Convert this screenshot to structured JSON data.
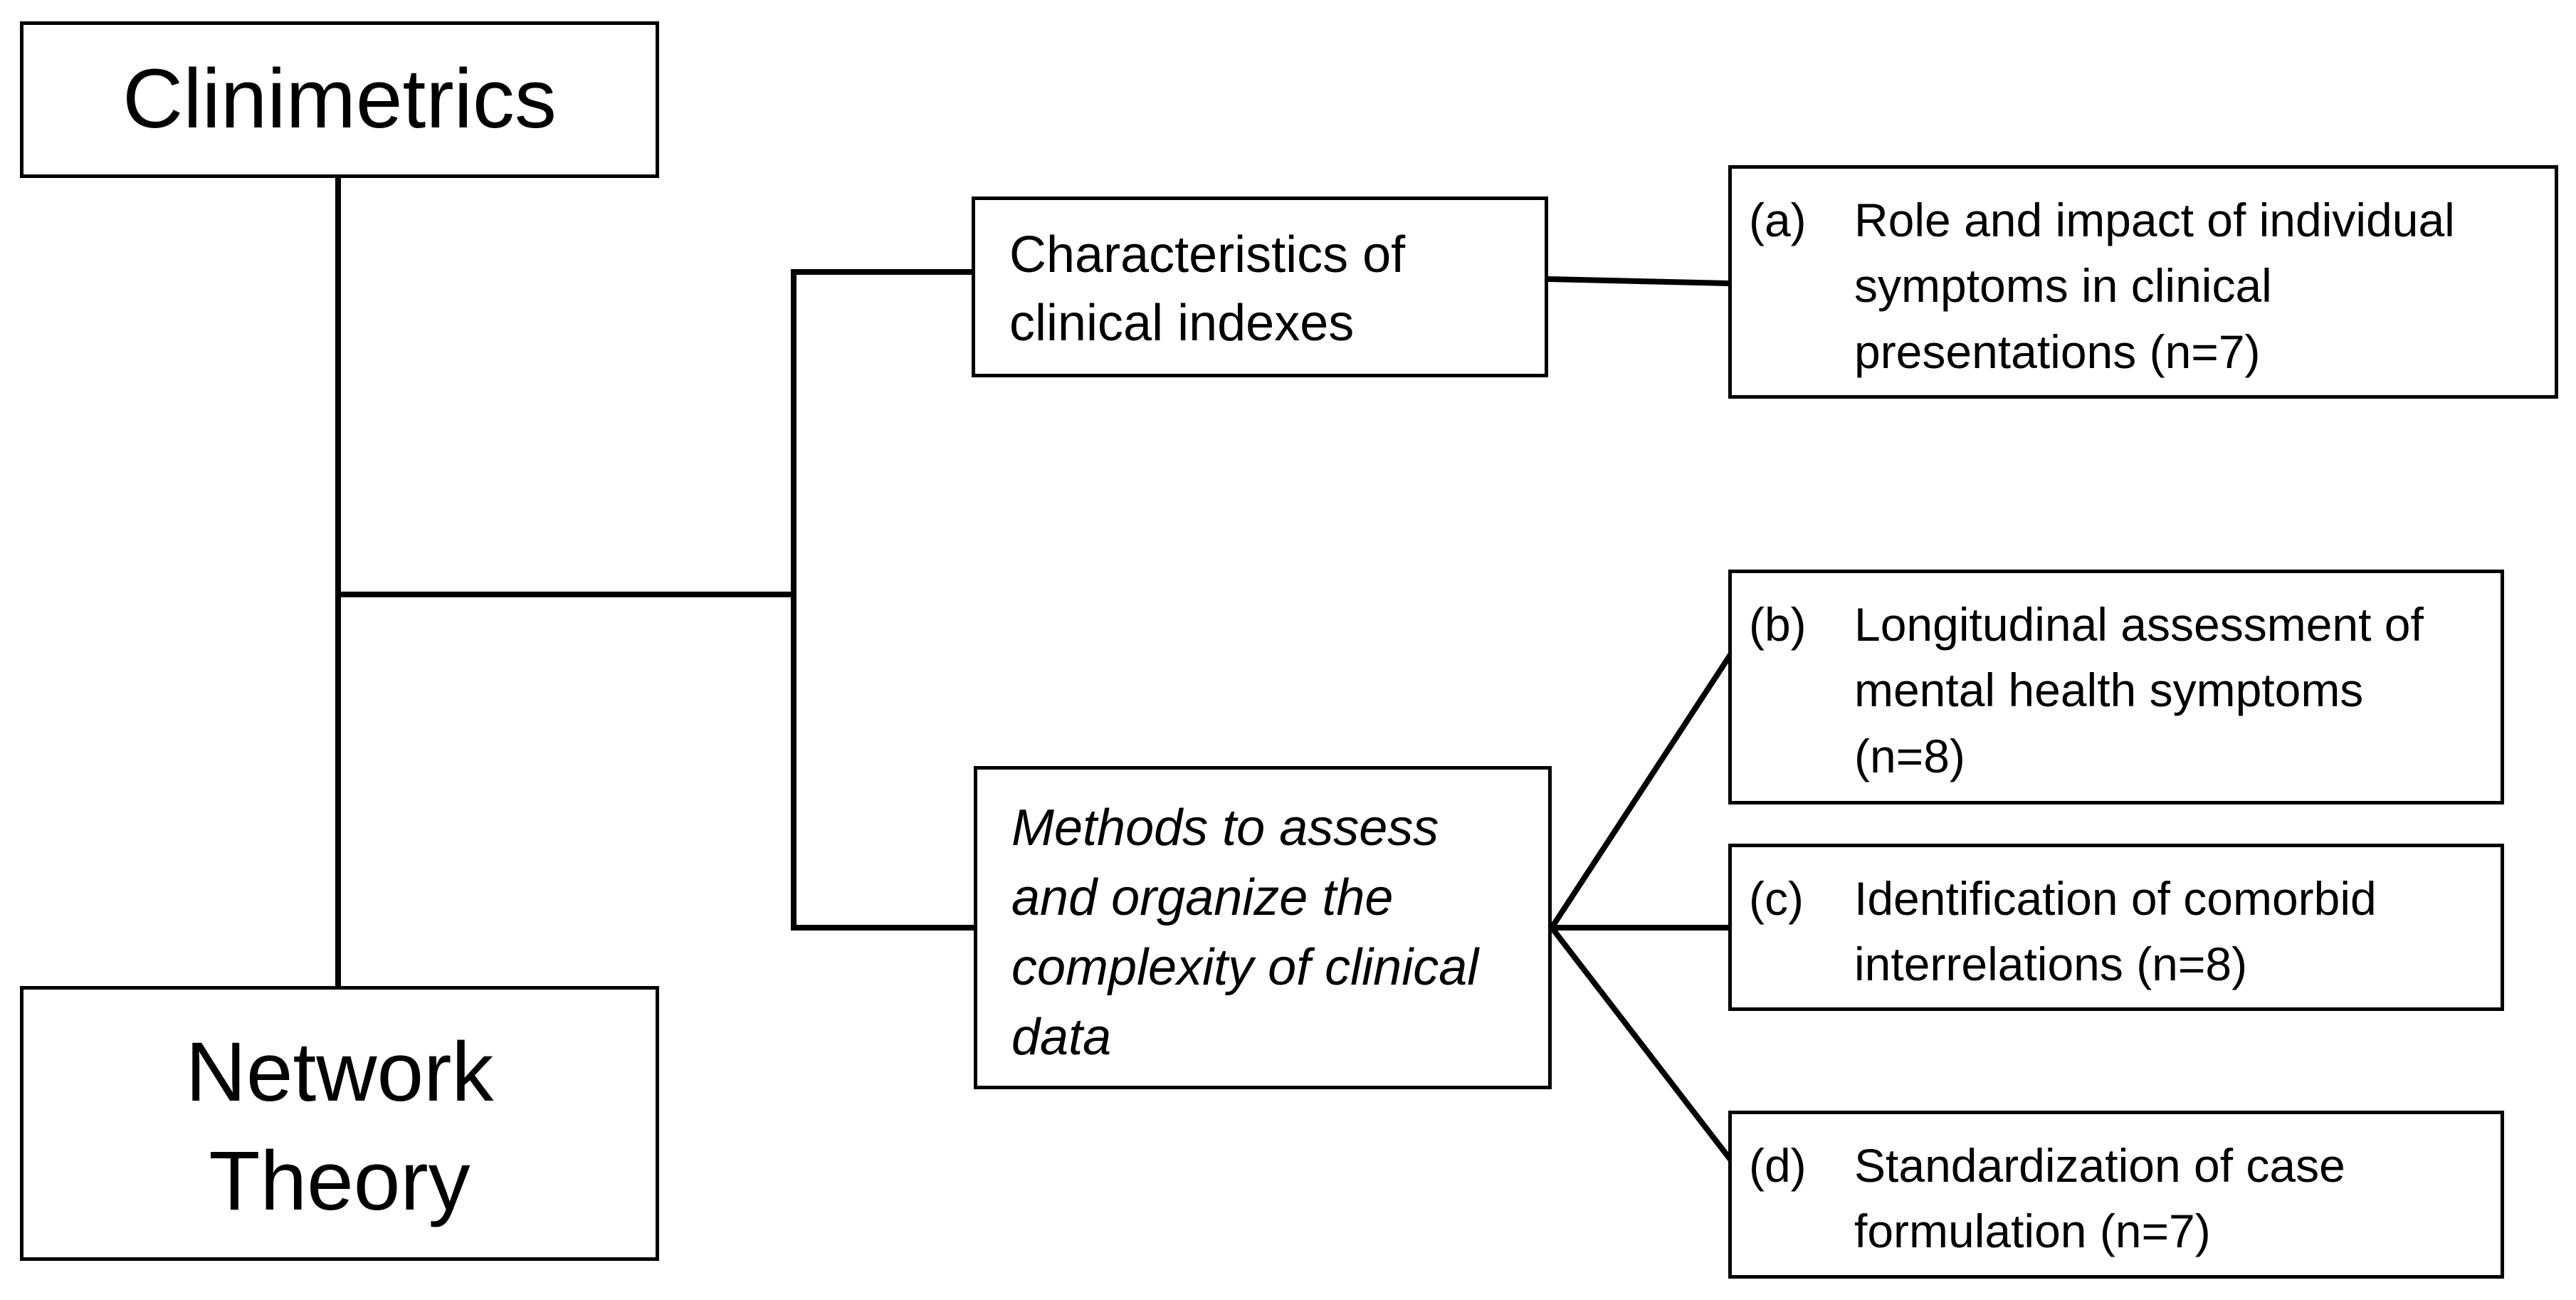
{
  "nodes": {
    "clinimetrics": "Clinimetrics",
    "network_theory_line1": "Network",
    "network_theory_line2": "Theory",
    "characteristics": [
      "Characteristics of",
      "clinical indexes"
    ],
    "methods": [
      "Methods to assess",
      "and organize the",
      "complexity of clinical",
      "data"
    ]
  },
  "outcomes": [
    {
      "tag": "(a)",
      "lines": [
        "Role and impact of individual",
        "symptoms in clinical",
        "presentations (n=7)"
      ]
    },
    {
      "tag": "(b)",
      "lines": [
        "Longitudinal assessment of",
        "mental health symptoms",
        "(n=8)"
      ]
    },
    {
      "tag": "(c)",
      "lines": [
        "Identification of comorbid",
        "interrelations (n=8)"
      ]
    },
    {
      "tag": "(d)",
      "lines": [
        "Standardization of case",
        "formulation (n=7)"
      ]
    }
  ]
}
